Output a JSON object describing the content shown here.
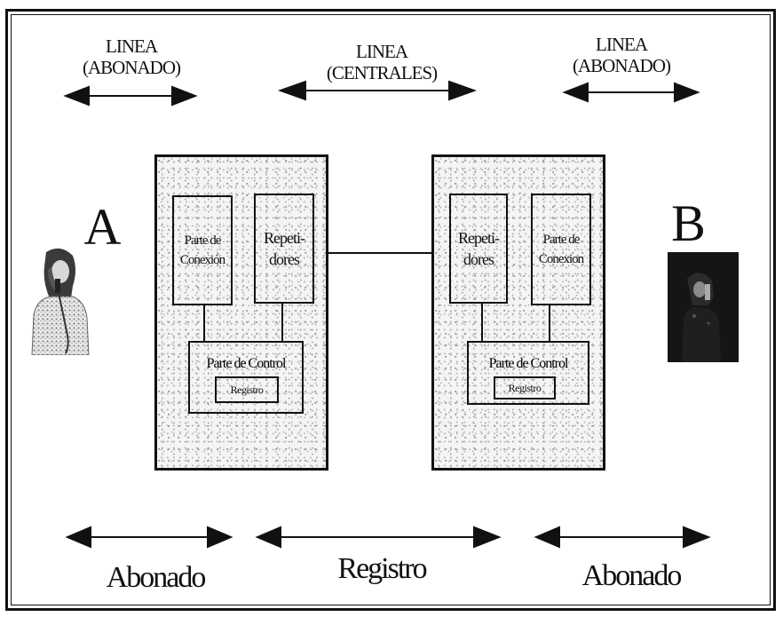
{
  "top_labels": {
    "left": {
      "line1": "LINEA",
      "line2": "(ABONADO)"
    },
    "center": {
      "line1": "LINEA",
      "line2": "(CENTRALES)"
    },
    "right": {
      "line1": "LINEA",
      "line2": "(ABONADO)"
    }
  },
  "subscribers": {
    "a": "A",
    "b": "B"
  },
  "station_left": {
    "connection": "Parte de Conexión",
    "repeaters": "Repeti- dores",
    "control": "Parte de Control",
    "register": "Registro"
  },
  "station_right": {
    "connection": "Parte de Conexion",
    "repeaters": "Repeti- dores",
    "control": "Parte de Control",
    "register": "Registro"
  },
  "bottom_labels": {
    "left": "Abonado",
    "center": "Registro",
    "right": "Abonado"
  },
  "colors": {
    "ink": "#111111",
    "background": "#ffffff",
    "dark_photo": "#151515"
  }
}
